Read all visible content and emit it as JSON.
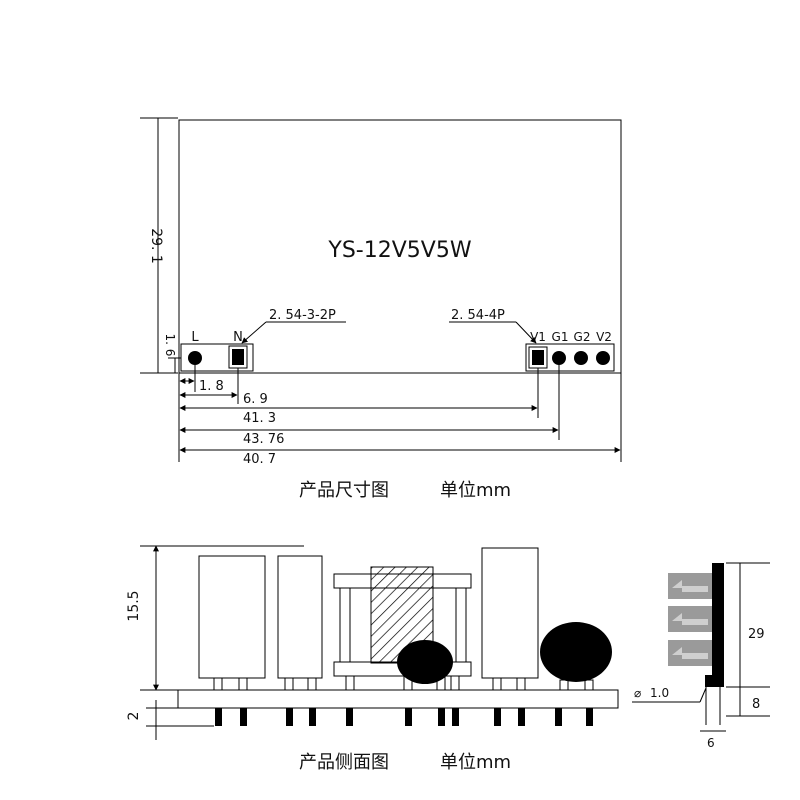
{
  "top_view": {
    "model_label": "YS-12V5V5W",
    "connector_left_label": "2. 54-3-2P",
    "connector_right_label": "2. 54-4P",
    "pins_left": [
      "L",
      "N"
    ],
    "pins_right": [
      "V1",
      "G1",
      "G2",
      "V2"
    ],
    "dims": {
      "height": "29. 1",
      "pin_offset_y": "1. 6",
      "d1": "1. 8",
      "d2": "6. 9",
      "d3": "41. 3",
      "d4": "43. 76",
      "d5": "40. 7"
    },
    "caption_title": "产品尺寸图",
    "caption_unit": "单位mm"
  },
  "side_view": {
    "dims": {
      "height": "15.5",
      "pin_len": "2"
    },
    "caption_title": "产品侧面图",
    "caption_unit": "单位mm"
  },
  "pin_view": {
    "dims": {
      "pin_span": "29",
      "pin_len": "8",
      "diameter": "1.0",
      "thickness": "6"
    },
    "diameter_symbol": "⌀"
  }
}
